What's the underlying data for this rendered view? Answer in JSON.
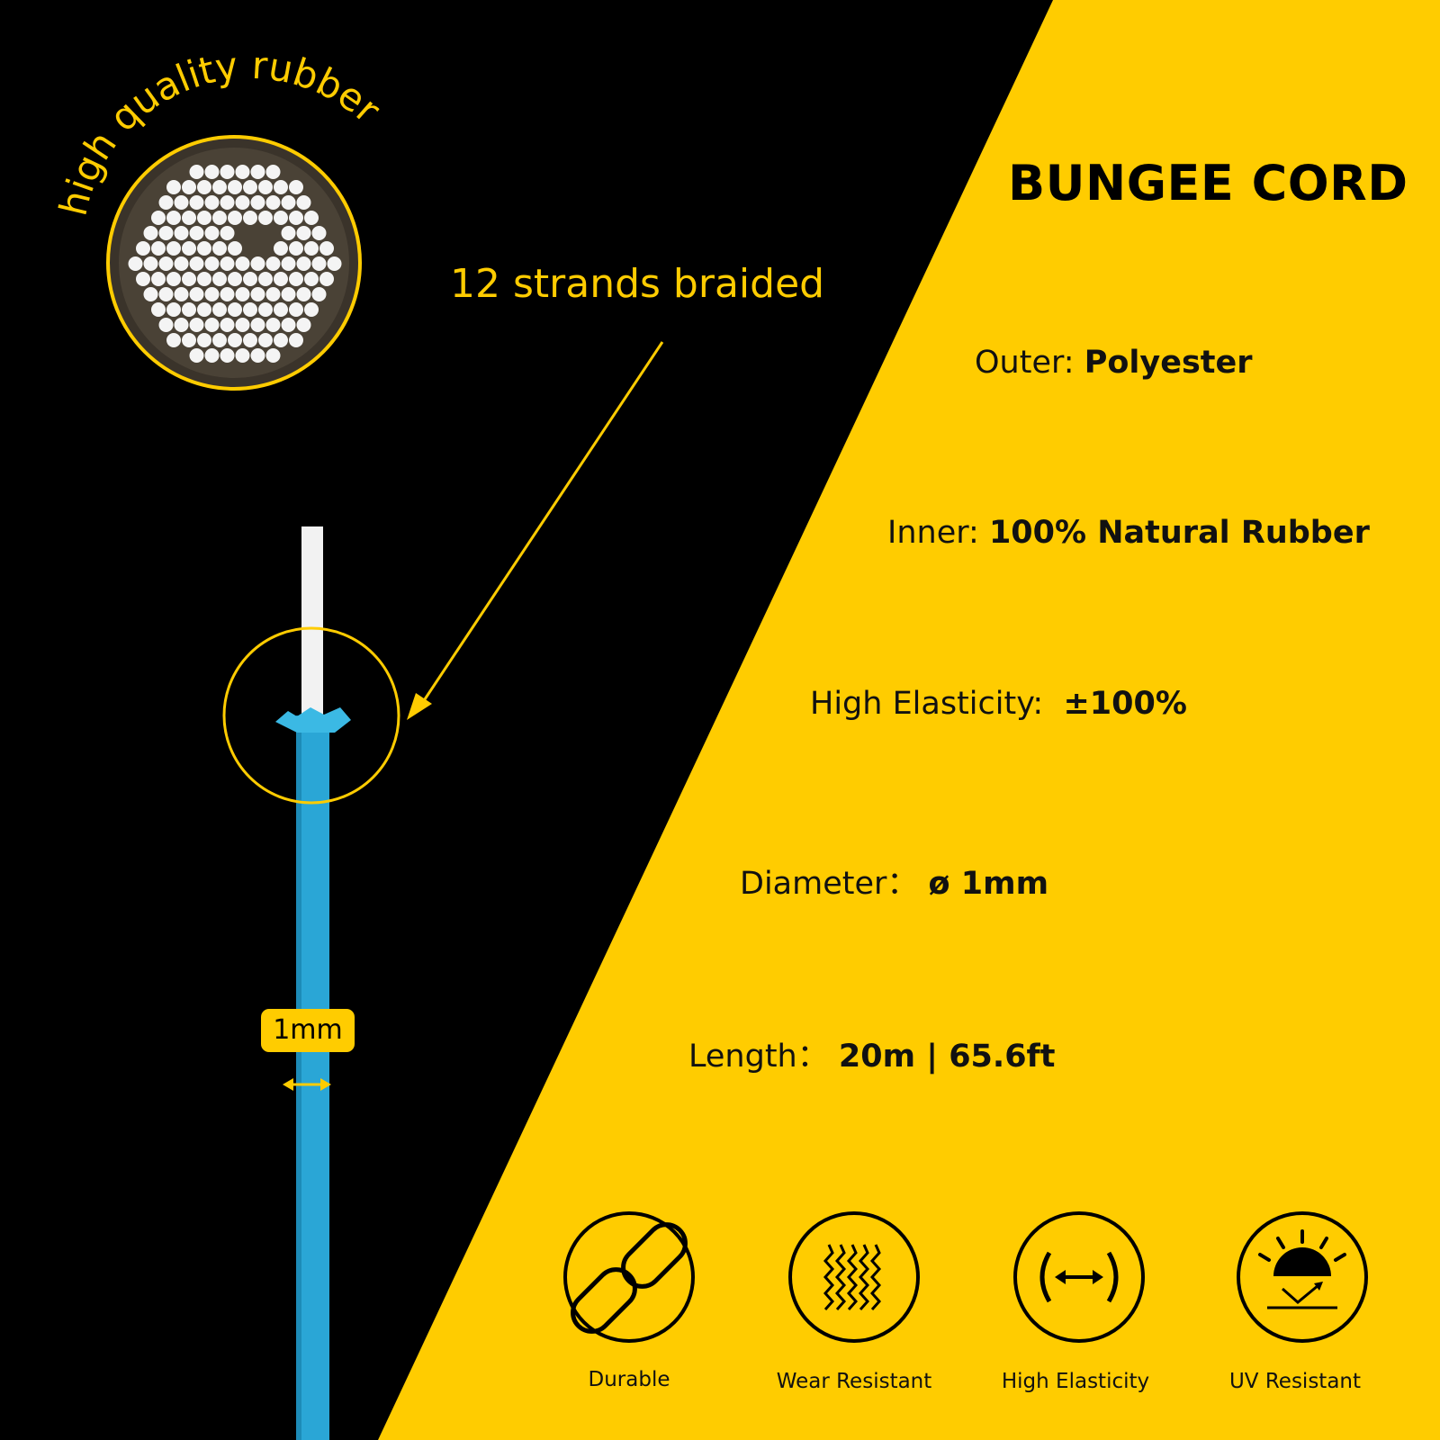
{
  "title": "BUNGEE CORD",
  "arc_label": "high quality rubber",
  "callout": "12 strands braided",
  "width_badge": "1mm",
  "specs": [
    {
      "label": "Outer:",
      "value": "Polyester"
    },
    {
      "label": "Inner:",
      "value": "100% Natural Rubber"
    },
    {
      "label": "High Elasticity:",
      "value": "±100%"
    },
    {
      "label": "Diameter：",
      "value": "ø 1mm"
    },
    {
      "label": "Length：",
      "value": "20m | 65.6ft"
    }
  ],
  "features": [
    {
      "label": "Durable",
      "icon": "chain-link-icon"
    },
    {
      "label": "Wear Resistant",
      "icon": "wavy-lines-icon"
    },
    {
      "label": "High Elasticity",
      "icon": "stretch-arrows-icon"
    },
    {
      "label": "UV Resistant",
      "icon": "sun-icon"
    }
  ],
  "colors": {
    "accent": "#ffcc00",
    "background": "#000000",
    "cord": "#2aa6d6"
  }
}
